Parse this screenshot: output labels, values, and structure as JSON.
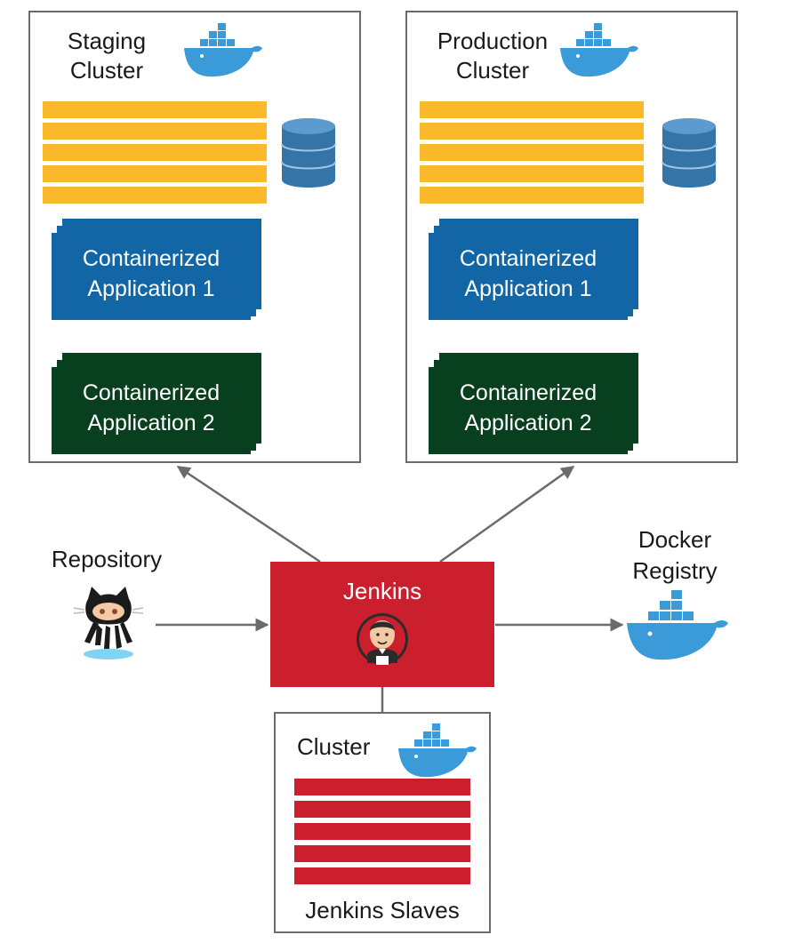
{
  "staging": {
    "title_line1": "Staging",
    "title_line2": "Cluster",
    "app1_line1": "Containerized",
    "app1_line2": "Application 1",
    "app2_line1": "Containerized",
    "app2_line2": "Application 2"
  },
  "production": {
    "title_line1": "Production",
    "title_line2": "Cluster",
    "app1_line1": "Containerized",
    "app1_line2": "Application 1",
    "app2_line1": "Containerized",
    "app2_line2": "Application 2"
  },
  "repository": {
    "label": "Repository"
  },
  "jenkins": {
    "label": "Jenkins"
  },
  "registry": {
    "label_line1": "Docker",
    "label_line2": "Registry"
  },
  "slaves_cluster": {
    "title": "Cluster",
    "footer": "Jenkins Slaves"
  },
  "colors": {
    "server_bar": "#f9b92b",
    "app1": "#1366a5",
    "app2": "#083f1f",
    "jenkins": "#cc1f2d",
    "docker": "#3a9bd8",
    "arrow": "#6b6b6b"
  },
  "icons": [
    "docker-whale-icon",
    "database-icon",
    "github-octocat-icon",
    "jenkins-butler-icon"
  ]
}
